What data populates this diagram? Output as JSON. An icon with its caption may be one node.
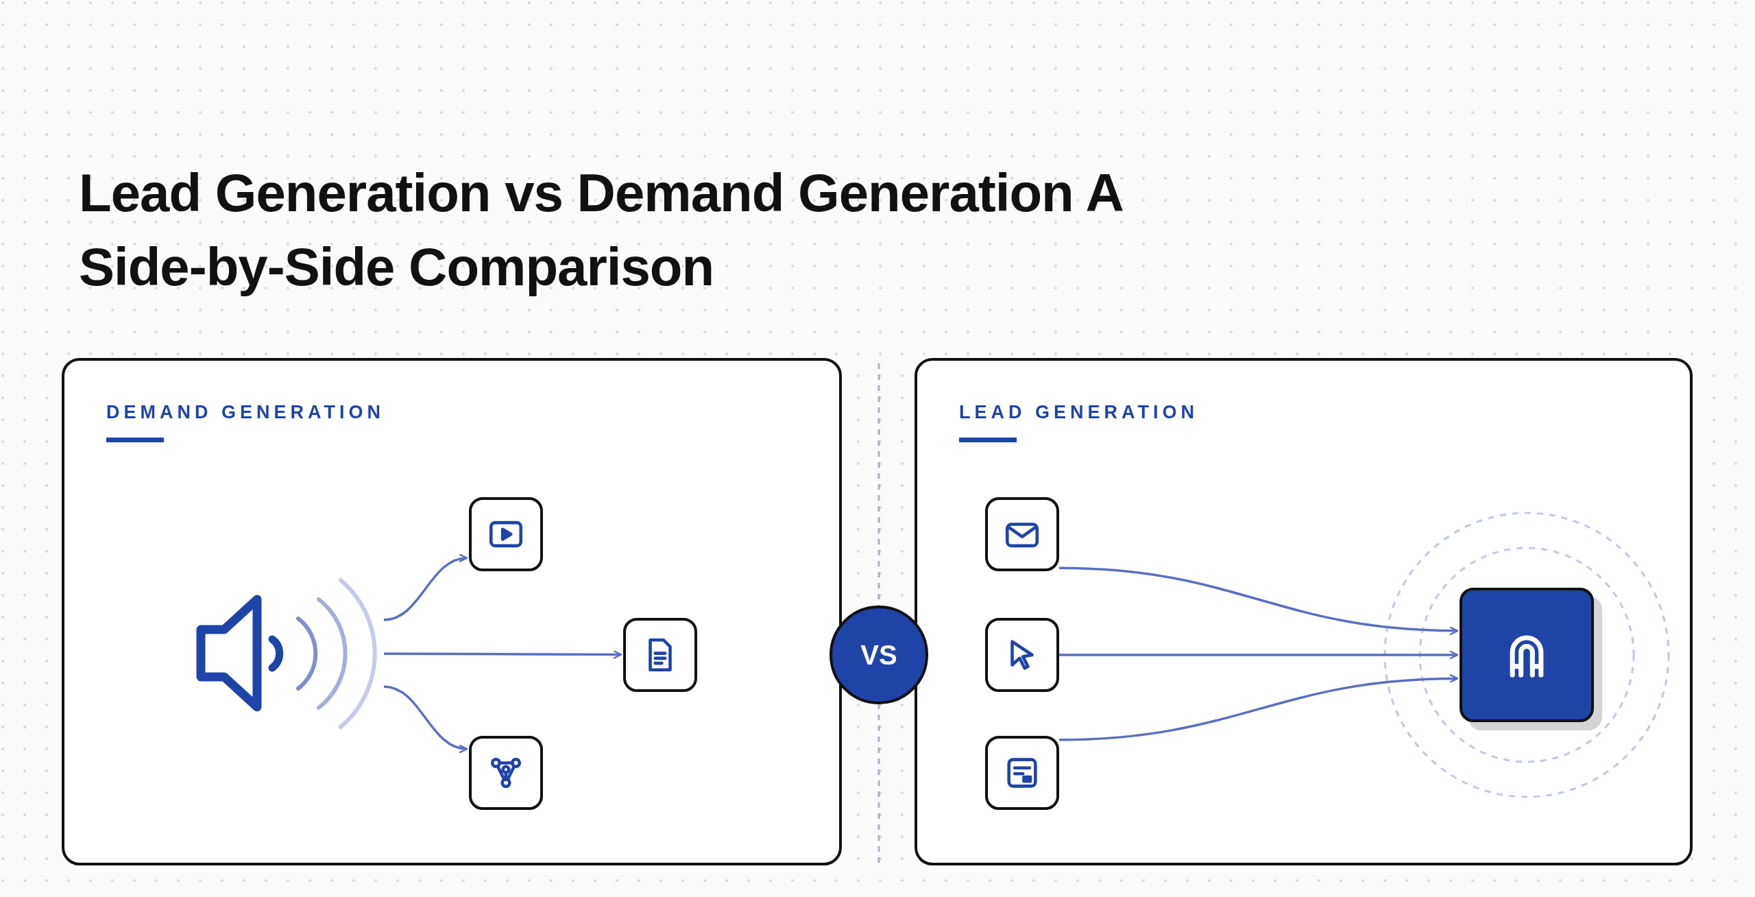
{
  "diagram": {
    "title": "Lead Generation vs Demand Generation A Side-by-Side Comparison",
    "nodes": [
      {
        "text": [
          "DEMAND GENERATION"
        ]
      },
      {
        "text": [],
        "shape": "speaker",
        "in": 0
      },
      {
        "text": [],
        "shape": "box",
        "in": 0
      },
      {
        "text": [],
        "shape": "box",
        "in": 0
      },
      {
        "text": [],
        "shape": "box",
        "in": 0
      },
      {
        "text": [
          "LEAD GENERATION"
        ]
      },
      {
        "text": [],
        "shape": "box",
        "in": 5
      },
      {
        "text": [],
        "shape": "box",
        "in": 5
      },
      {
        "text": [],
        "shape": "box",
        "in": 5
      },
      {
        "text": [],
        "shape": "box",
        "in": 5
      },
      {
        "text": [
          "VS"
        ]
      }
    ],
    "edges": [
      {
        "from": 1,
        "to": 2,
        "arrow": "to"
      },
      {
        "from": 1,
        "to": 3,
        "arrow": "to"
      },
      {
        "from": 1,
        "to": 4,
        "arrow": "to"
      },
      {
        "from": 6,
        "to": 9,
        "arrow": "to"
      },
      {
        "from": 7,
        "to": 9,
        "arrow": "to"
      },
      {
        "from": 8,
        "to": 9,
        "arrow": "to"
      }
    ]
  }
}
